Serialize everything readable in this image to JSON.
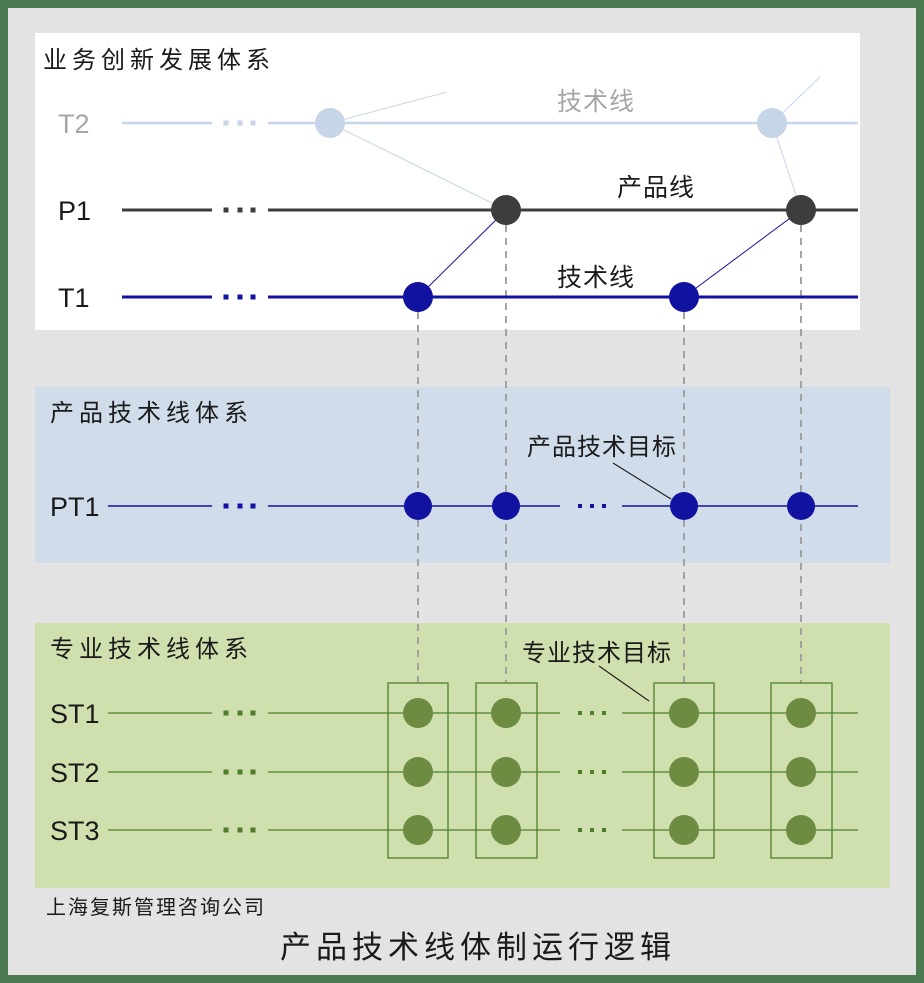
{
  "colors": {
    "frame": "#4c7a51",
    "bg": "#e3e3e3",
    "white": "#ffffff",
    "blue": "#d0dcea",
    "green": "#cfe0ae",
    "lightblue": "#c7d5e8",
    "darkgray": "#3d3d3d",
    "navy": "#1212a0",
    "olive": "#6d8c42",
    "greenline": "#4f7d2c",
    "dashgray": "#9b9b9b",
    "graytext": "#a6a6a6",
    "text": "#1a1a1a"
  },
  "business_panel": {
    "title": "业务创新发展体系",
    "rows": [
      {
        "label": "T2"
      },
      {
        "label": "P1"
      },
      {
        "label": "T1"
      }
    ],
    "line_labels": {
      "t2_line": "技术线",
      "p1_line": "产品线",
      "t1_line": "技术线"
    }
  },
  "product_panel": {
    "title": "产品技术线体系",
    "rows": [
      {
        "label": "PT1"
      }
    ],
    "target_label": "产品技术目标"
  },
  "special_panel": {
    "title": "专业技术线体系",
    "rows": [
      {
        "label": "ST1"
      },
      {
        "label": "ST2"
      },
      {
        "label": "ST3"
      }
    ],
    "target_label": "专业技术目标"
  },
  "footer": {
    "company": "上海复斯管理咨询公司",
    "main_title": "产品技术线体制运行逻辑"
  }
}
